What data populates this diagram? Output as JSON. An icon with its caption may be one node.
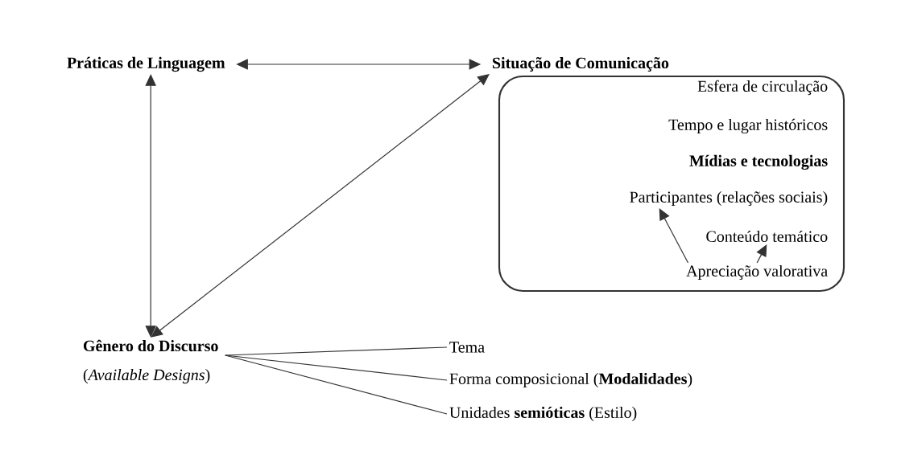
{
  "diagram": {
    "nodes": [
      {
        "text": [
          "Práticas de Linguagem"
        ]
      },
      {
        "text": [
          "Situação de Comunicação"
        ]
      },
      {
        "text": [],
        "shape": "box"
      },
      {
        "text": [
          "Esfera de circulação"
        ],
        "in": 2
      },
      {
        "text": [
          "Tempo e lugar históricos"
        ],
        "in": 2
      },
      {
        "text": [
          "Mídias e tecnologias"
        ],
        "in": 2
      },
      {
        "text": [
          "Participantes (relações sociais)"
        ],
        "in": 2
      },
      {
        "text": [
          "Conteúdo temático"
        ],
        "in": 2
      },
      {
        "text": [
          "Apreciação valorativa"
        ],
        "in": 2
      },
      {
        "text": [
          "Gênero do Discurso",
          "(*Available Designs*)"
        ]
      },
      {
        "text": [
          "Tema"
        ]
      },
      {
        "text": [
          "Forma composicional (**Modalidades**)"
        ]
      },
      {
        "text": [
          "Unidades **semióticas** (Estilo)"
        ]
      }
    ],
    "edges": [
      {
        "from": 0,
        "to": 1,
        "arrow": "both"
      },
      {
        "from": 9,
        "to": 0,
        "arrow": "both"
      },
      {
        "from": 9,
        "to": 1,
        "arrow": "both"
      },
      {
        "from": 8,
        "to": 6,
        "arrow": "to"
      },
      {
        "from": 8,
        "to": 7,
        "arrow": "to"
      },
      {
        "from": 9,
        "to": 10,
        "arrow": "none"
      },
      {
        "from": 9,
        "to": 11,
        "arrow": "none"
      },
      {
        "from": 9,
        "to": 12,
        "arrow": "none"
      }
    ]
  }
}
